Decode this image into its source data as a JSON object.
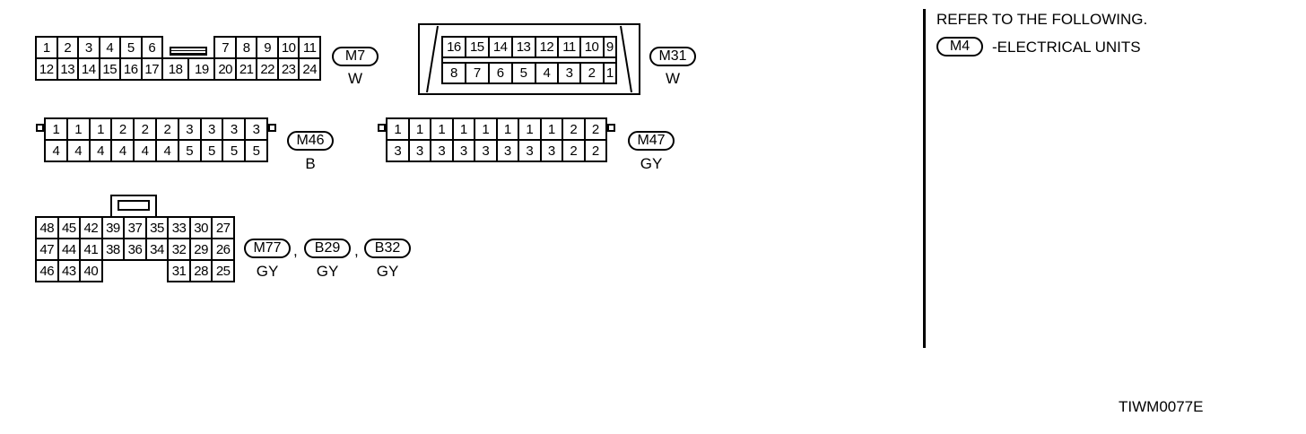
{
  "connectors": {
    "m7": {
      "row1_left": [
        "1",
        "2",
        "3",
        "4",
        "5",
        "6"
      ],
      "row1_right": [
        "7",
        "8",
        "9",
        "10",
        "11"
      ],
      "row2": [
        "12",
        "13",
        "14",
        "15",
        "16",
        "17",
        "18",
        "19",
        "20",
        "21",
        "22",
        "23",
        "24"
      ],
      "tag": "M7",
      "color": "W"
    },
    "m31": {
      "row1": [
        "16",
        "15",
        "14",
        "13",
        "12",
        "11",
        "10",
        "9"
      ],
      "row2": [
        "8",
        "7",
        "6",
        "5",
        "4",
        "3",
        "2",
        "1"
      ],
      "tag": "M31",
      "color": "W"
    },
    "m46": {
      "row1": [
        "1",
        "1",
        "1",
        "2",
        "2",
        "2",
        "3",
        "3",
        "3",
        "3"
      ],
      "row2": [
        "4",
        "4",
        "4",
        "4",
        "4",
        "4",
        "5",
        "5",
        "5",
        "5"
      ],
      "tag": "M46",
      "color": "B"
    },
    "m47": {
      "row1": [
        "1",
        "1",
        "1",
        "1",
        "1",
        "1",
        "1",
        "1",
        "2",
        "2"
      ],
      "row2": [
        "3",
        "3",
        "3",
        "3",
        "3",
        "3",
        "3",
        "3",
        "2",
        "2"
      ],
      "tag": "M47",
      "color": "GY"
    },
    "m77": {
      "row1": [
        "48",
        "45",
        "42",
        "39",
        "37",
        "35",
        "33",
        "30",
        "27"
      ],
      "row2": [
        "47",
        "44",
        "41",
        "38",
        "36",
        "34",
        "32",
        "29",
        "26"
      ],
      "row3_left": [
        "46",
        "43",
        "40"
      ],
      "row3_right": [
        "31",
        "28",
        "25"
      ],
      "tags": [
        {
          "tag": "M77",
          "color": "GY"
        },
        {
          "tag": "B29",
          "color": "GY"
        },
        {
          "tag": "B32",
          "color": "GY"
        }
      ],
      "separator": ","
    }
  },
  "reference": {
    "heading": "REFER TO THE FOLLOWING.",
    "tag": "M4",
    "text": "-ELECTRICAL UNITS"
  },
  "figure_id": "TIWM0077E"
}
